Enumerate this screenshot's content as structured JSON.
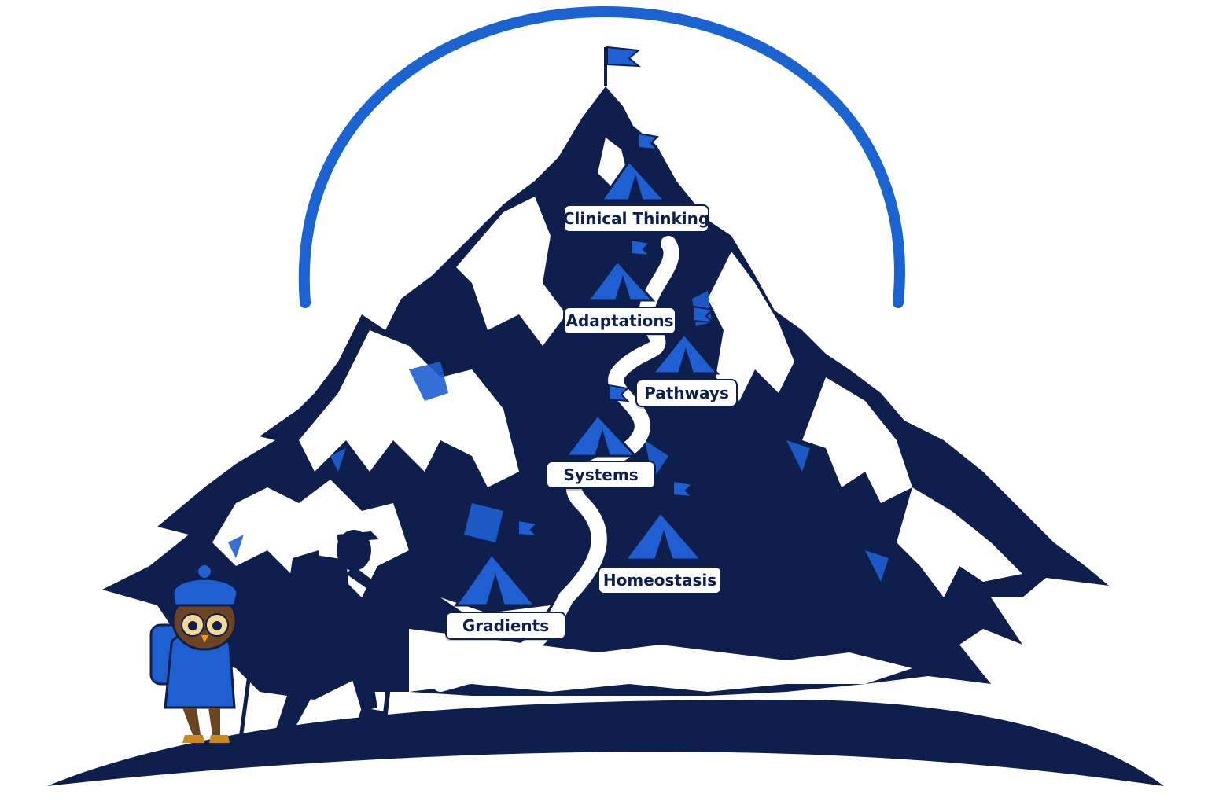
{
  "camps": [
    {
      "id": "clinical-thinking",
      "label": "Clinical Thinking"
    },
    {
      "id": "adaptations",
      "label": "Adaptations"
    },
    {
      "id": "pathways",
      "label": "Pathways"
    },
    {
      "id": "systems",
      "label": "Systems"
    },
    {
      "id": "homeostasis",
      "label": "Homeostasis"
    },
    {
      "id": "gradients",
      "label": "Gradients"
    }
  ],
  "colors": {
    "navy": "#0e1f4d",
    "blue": "#1f5fd1",
    "arc": "#1a63d0",
    "owl_brown": "#6b4423",
    "snow": "#ffffff"
  },
  "icons": [
    "summit-flag-icon",
    "tent-icon",
    "camp-flag-icon",
    "hiker-silhouette",
    "owl-mascot",
    "trekking-pole-icon",
    "backpack-icon"
  ]
}
